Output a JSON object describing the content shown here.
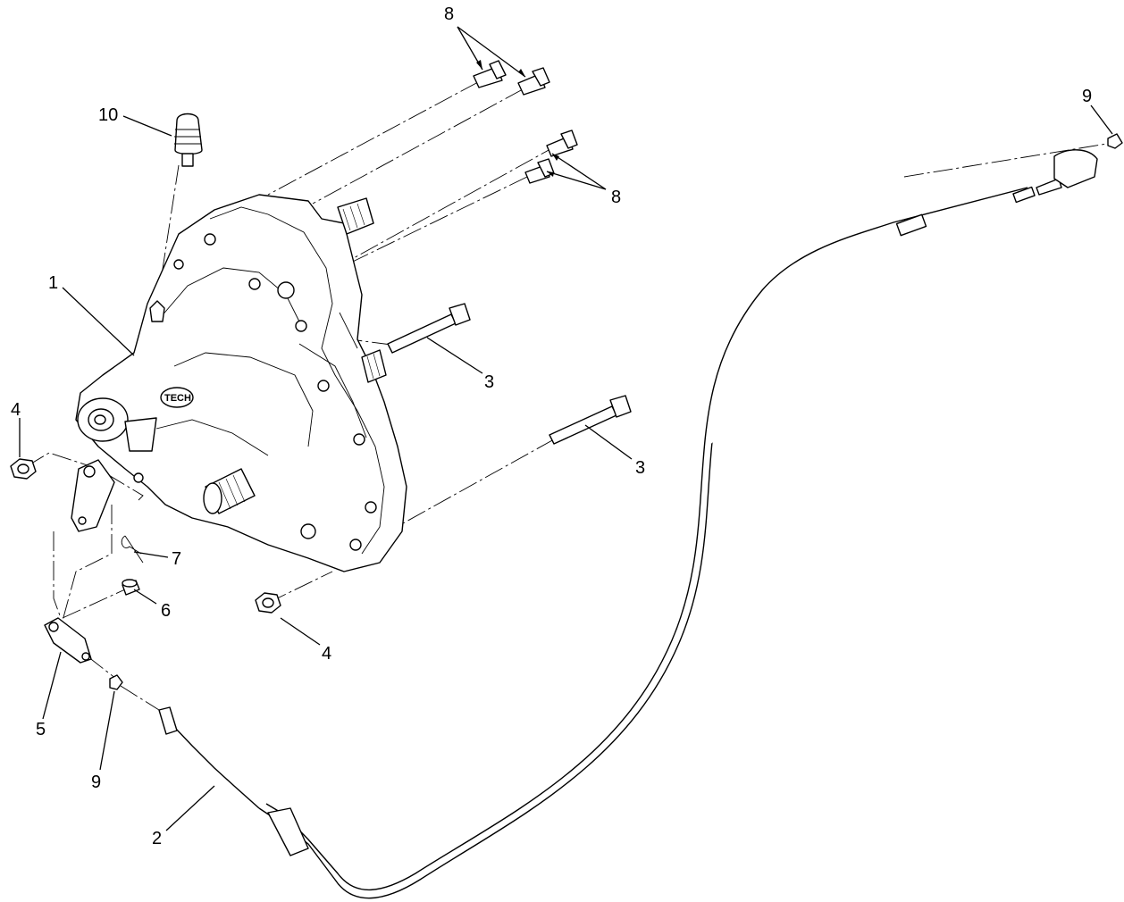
{
  "diagram": {
    "callouts": [
      {
        "id": "c8a",
        "label": "8"
      },
      {
        "id": "c9a",
        "label": "9"
      },
      {
        "id": "c10",
        "label": "10"
      },
      {
        "id": "c8b",
        "label": "8"
      },
      {
        "id": "c1",
        "label": "1"
      },
      {
        "id": "c3a",
        "label": "3"
      },
      {
        "id": "c4a",
        "label": "4"
      },
      {
        "id": "c3b",
        "label": "3"
      },
      {
        "id": "c7",
        "label": "7"
      },
      {
        "id": "c6",
        "label": "6"
      },
      {
        "id": "c4b",
        "label": "4"
      },
      {
        "id": "c5",
        "label": "5"
      },
      {
        "id": "c9b",
        "label": "9"
      },
      {
        "id": "c2",
        "label": "2"
      }
    ],
    "transmission_logo_text": "TECH"
  }
}
